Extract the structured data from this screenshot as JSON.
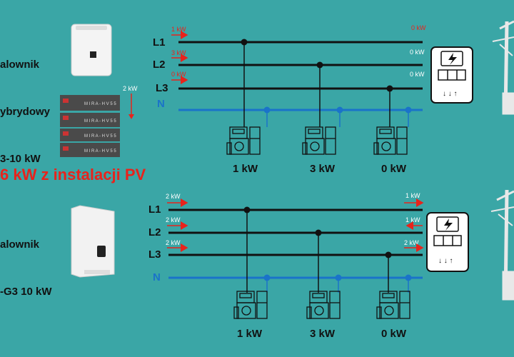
{
  "top_section": {
    "inverter_label_lines": [
      "alownik",
      "ybrydowy",
      "3-10 kW"
    ],
    "phases": [
      {
        "name": "L1",
        "in_flow": "1 kW",
        "out_flow": "0 kW"
      },
      {
        "name": "L2",
        "in_flow": "3 kW",
        "out_flow": "0 kW"
      },
      {
        "name": "L3",
        "in_flow": "0 kW",
        "out_flow": "0 kW"
      }
    ],
    "neutral": "N",
    "battery_flow": "2 kW",
    "battery_brand": "M I R A - H V 5 5",
    "loads": [
      "1 kW",
      "3 kW",
      "0 kW"
    ]
  },
  "pv_banner": "6 kW z instalacji PV",
  "bottom_section": {
    "inverter_label_lines": [
      "alownik",
      "-G3 10 kW"
    ],
    "phases": [
      {
        "name": "L1",
        "in_flow": "2 kW",
        "out_flow": "1 kW"
      },
      {
        "name": "L2",
        "in_flow": "2 kW",
        "out_flow": "1 kW"
      },
      {
        "name": "L3",
        "in_flow": "2 kW",
        "out_flow": "2 kW"
      }
    ],
    "neutral": "N",
    "loads": [
      "1 kW",
      "3 kW",
      "0 kW"
    ]
  },
  "colors": {
    "background": "#3aa6a6",
    "line_phase": "#111111",
    "line_neutral": "#1a73c9",
    "arrow_red": "#e8231c",
    "label_white": "#ffffff"
  },
  "icons": {
    "meter": "bolt-meter-icon",
    "appliance": "appliance-group-icon",
    "pylon": "power-pylon-icon"
  }
}
